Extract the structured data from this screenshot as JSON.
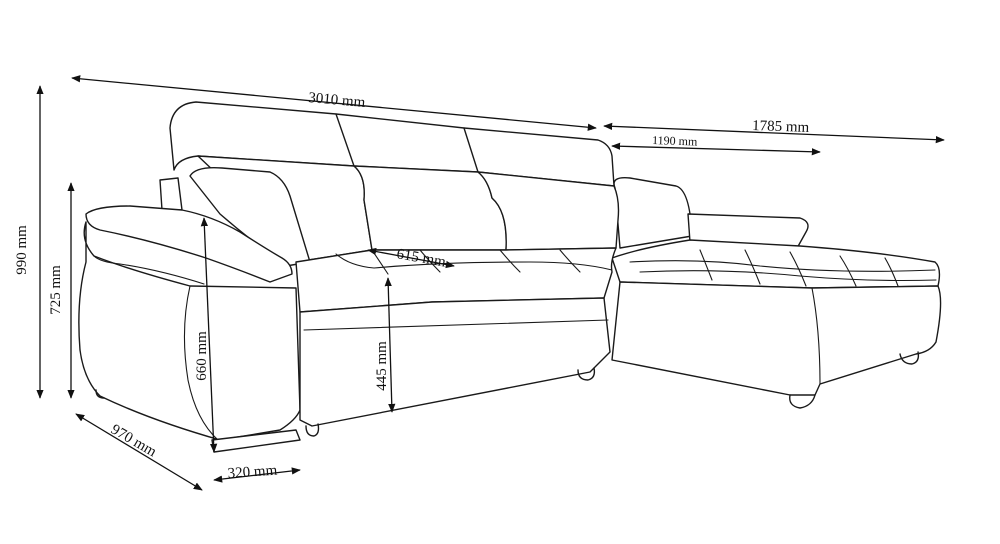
{
  "colors": {
    "line": "#1a1a1a",
    "background": "#ffffff"
  },
  "dimensions": {
    "total_width": "3010 mm",
    "chaise_length": "1785 mm",
    "chaise_seat": "1190 mm",
    "total_height": "990 mm",
    "back_height": "725 mm",
    "armrest_height": "660 mm",
    "seat_height": "445 mm",
    "seat_depth": "615 mm",
    "total_depth": "970 mm",
    "armrest_width": "320 mm"
  }
}
